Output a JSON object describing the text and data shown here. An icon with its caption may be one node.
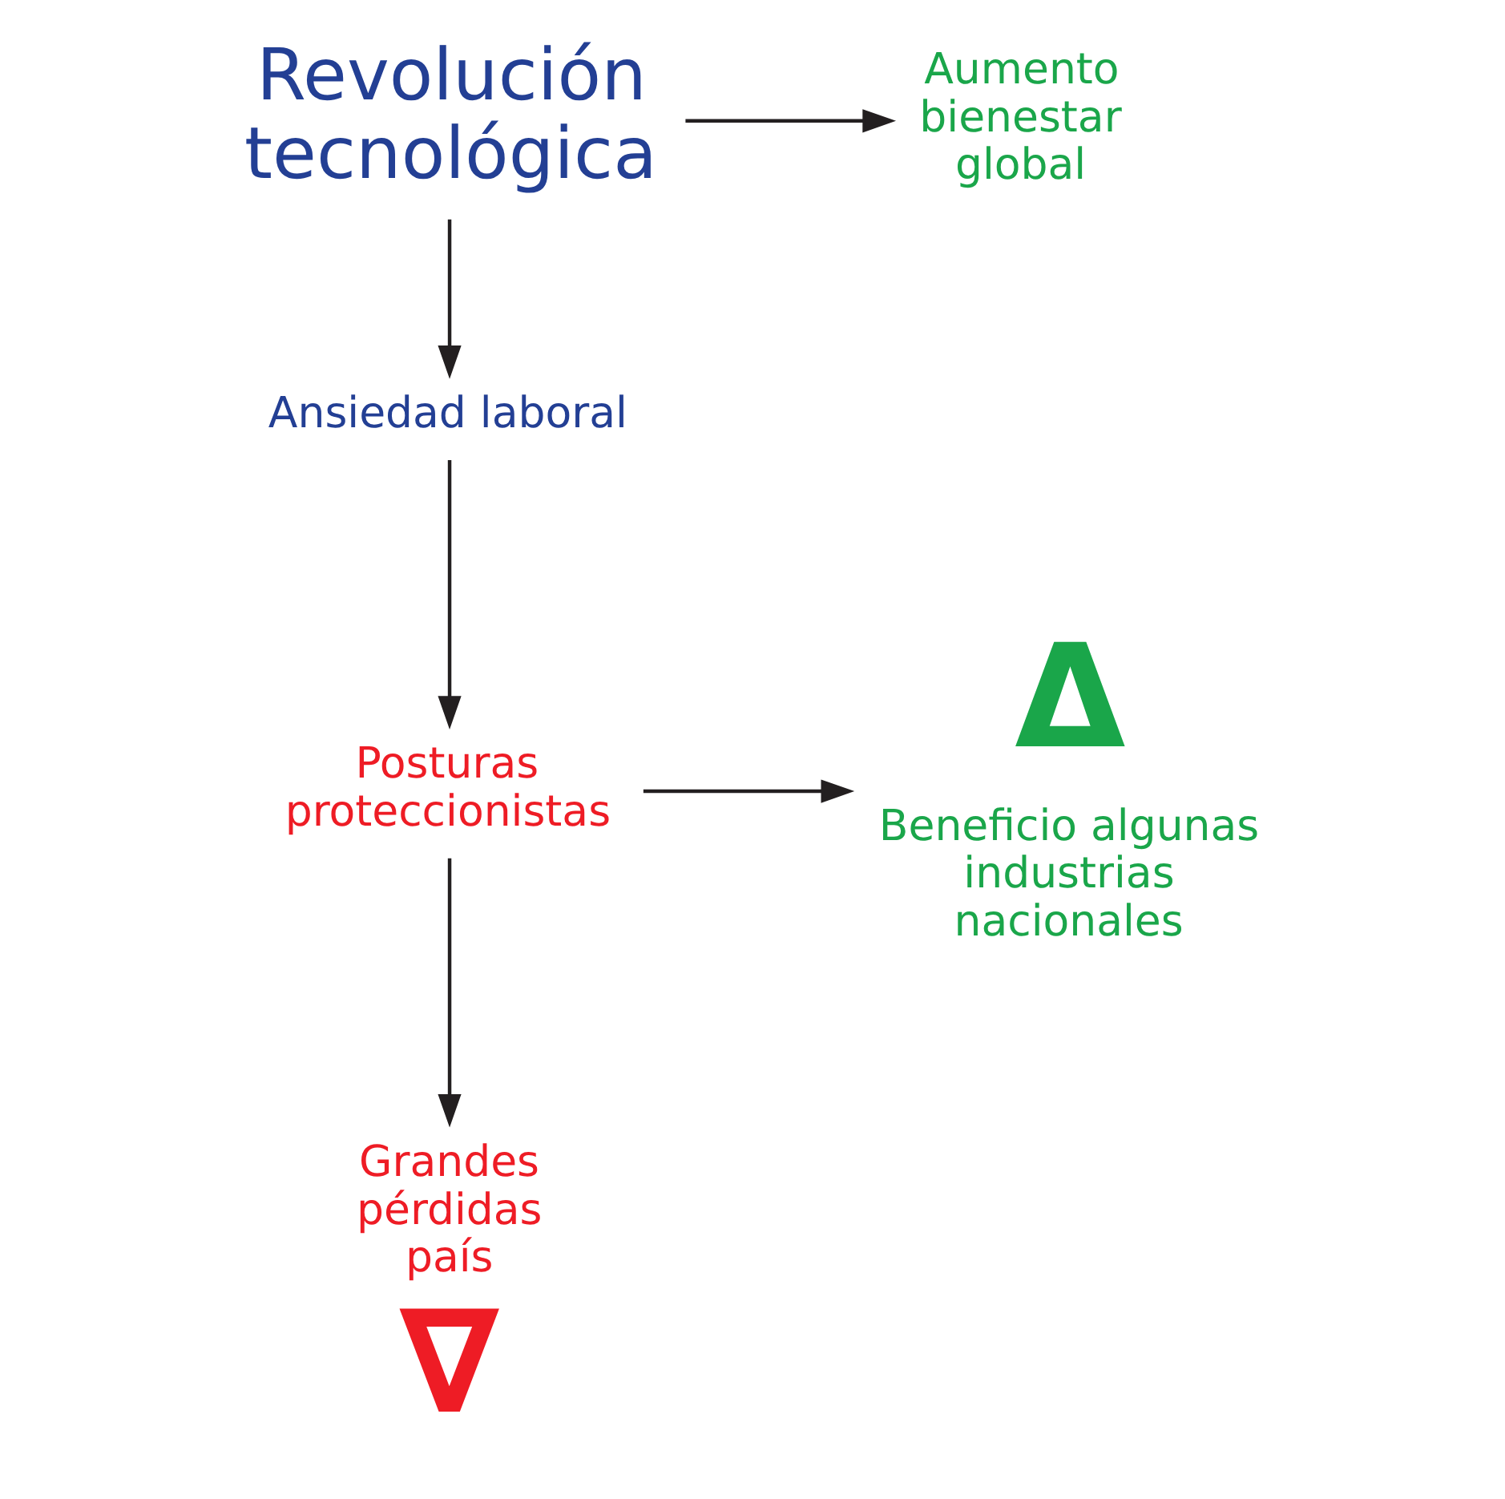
{
  "diagram": {
    "nodes": [
      {
        "text": [
          "Revolución tecnológica"
        ]
      },
      {
        "text": [
          "Aumento bienestar global"
        ]
      },
      {
        "text": [
          "Ansiedad laboral"
        ]
      },
      {
        "text": [
          "Posturas proteccionistas"
        ]
      },
      {
        "text": [
          "Beneficio algunas industrias nacionales"
        ],
        "beside": [
          "Δ"
        ]
      },
      {
        "text": [
          "Grandes pérdidas país"
        ],
        "beside": [
          "∇"
        ]
      }
    ],
    "edges": [
      {
        "from": 0,
        "to": 1,
        "arrow": "to"
      },
      {
        "from": 0,
        "to": 2,
        "arrow": "to"
      },
      {
        "from": 2,
        "to": 3,
        "arrow": "to"
      },
      {
        "from": 3,
        "to": 4,
        "arrow": "to"
      },
      {
        "from": 3,
        "to": 5,
        "arrow": "to"
      }
    ]
  }
}
